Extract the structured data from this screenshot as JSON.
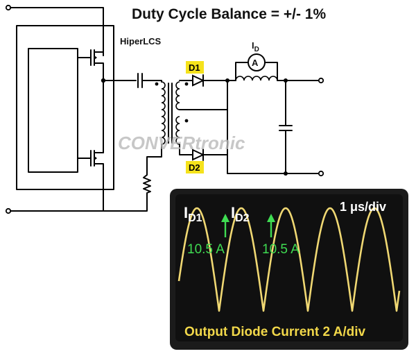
{
  "title": "Duty Cycle Balance = +/- 1%",
  "controller_label": "HiperLCS",
  "watermark": {
    "part1": "CONV",
    "part2": "ER",
    "part3": "tronic"
  },
  "diode_top": "D1",
  "diode_bottom": "D2",
  "meter": {
    "symbol": "A",
    "label_main": "I",
    "label_sub": "D"
  },
  "scope": {
    "timebase": "1 μs/div",
    "trace1_label_main": "I",
    "trace1_label_sub": "D1",
    "trace2_label_main": "I",
    "trace2_label_sub": "D2",
    "marker1_value": "10.5 A",
    "marker2_value": "10.5 A",
    "caption": "Output Diode Current 2 A/div",
    "trace_color": "#f0d873",
    "marker_color": "#3fdc52"
  },
  "colors": {
    "diode_label_bg": "#f5e21c",
    "wire": "#000000",
    "scope_bg": "#1b1b1b"
  }
}
